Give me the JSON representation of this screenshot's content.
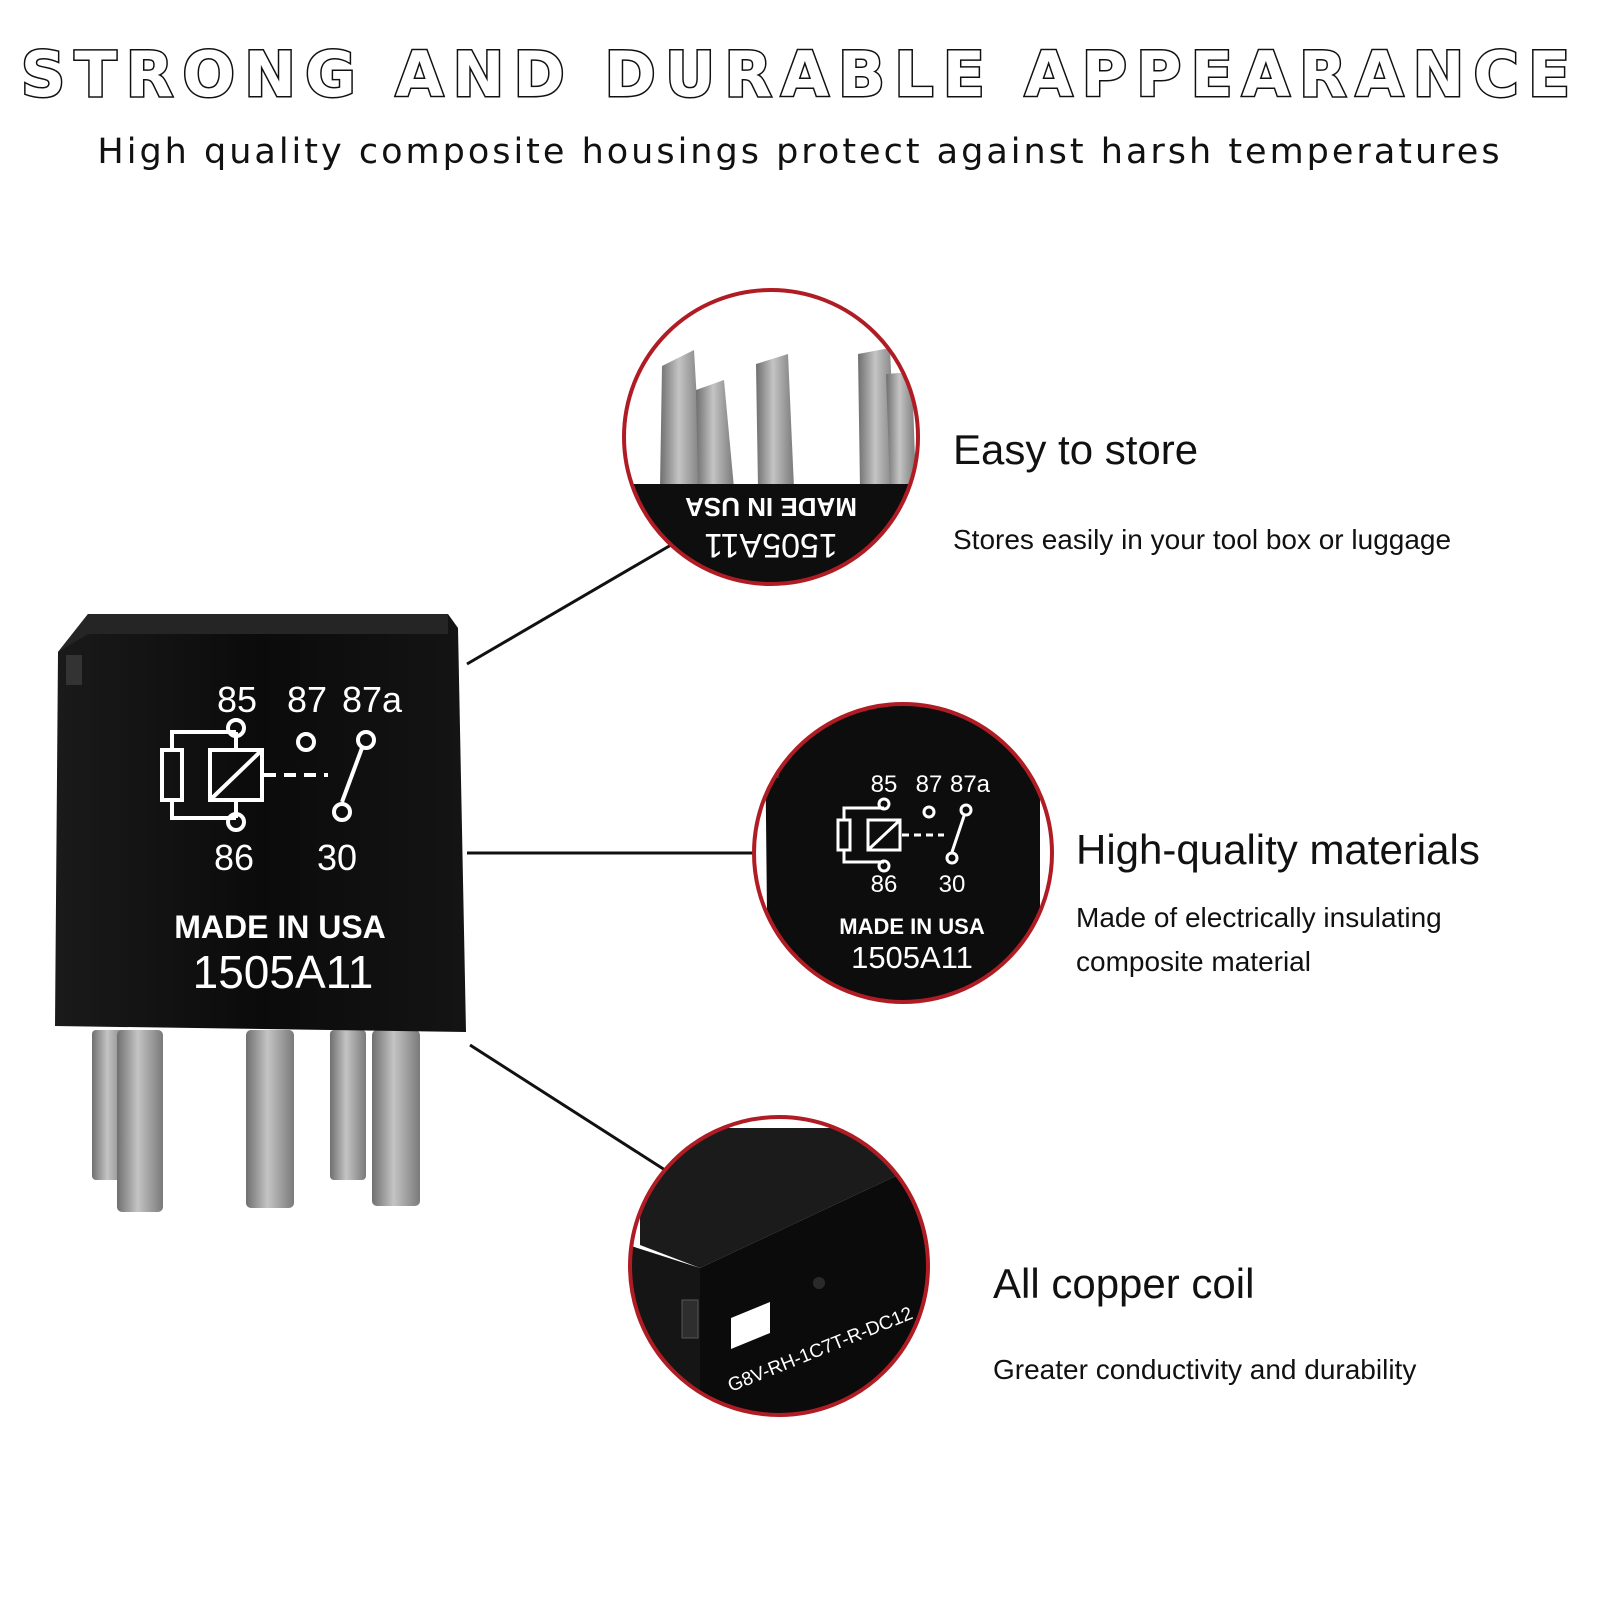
{
  "header": {
    "title": "STRONG AND DURABLE APPEARANCE",
    "subtitle": "High quality composite housings protect against harsh temperatures"
  },
  "relay": {
    "pins": {
      "p85": "85",
      "p87": "87",
      "p87a": "87a",
      "p86": "86",
      "p30": "30"
    },
    "origin": "MADE  IN USA",
    "model": "1505A11",
    "part_number": "G8V-RH-1C7T-R-DC12"
  },
  "features": [
    {
      "title": "Easy to store",
      "desc": "Stores easily in your tool box or luggage"
    },
    {
      "title": "High-quality materials",
      "desc": "Made of electrically insulating composite material"
    },
    {
      "title": "All copper coil",
      "desc": "Greater conductivity and durability"
    }
  ],
  "colors": {
    "accent_ring": "#b01c24",
    "housing": "#0d0d0d",
    "pin_metal": "#9a9a9a",
    "text": "#111111"
  }
}
